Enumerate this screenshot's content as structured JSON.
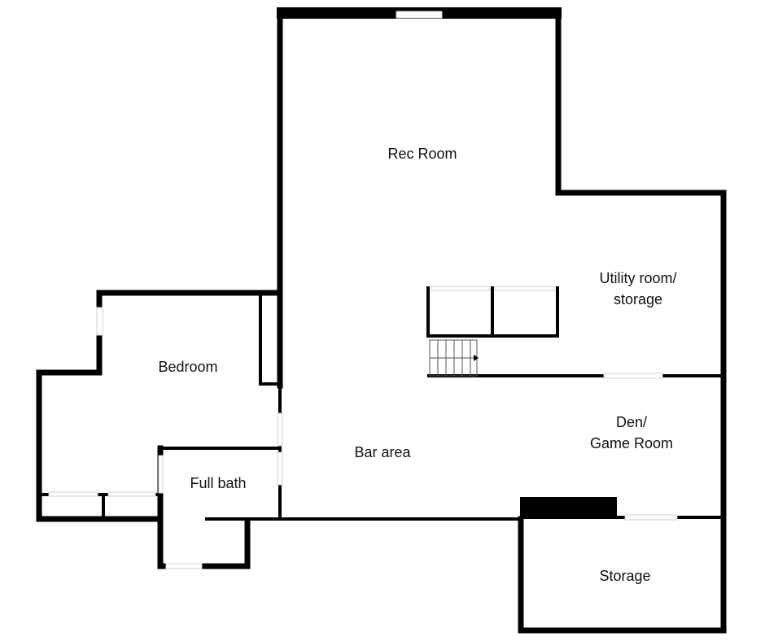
{
  "rooms": {
    "rec_room": "Rec Room",
    "utility": "Utility room/\nstorage",
    "bedroom": "Bedroom",
    "bar_area": "Bar area",
    "den": "Den/\nGame Room",
    "full_bath": "Full bath",
    "storage": "Storage"
  },
  "colors": {
    "wall": "#000000",
    "background": "#ffffff"
  }
}
